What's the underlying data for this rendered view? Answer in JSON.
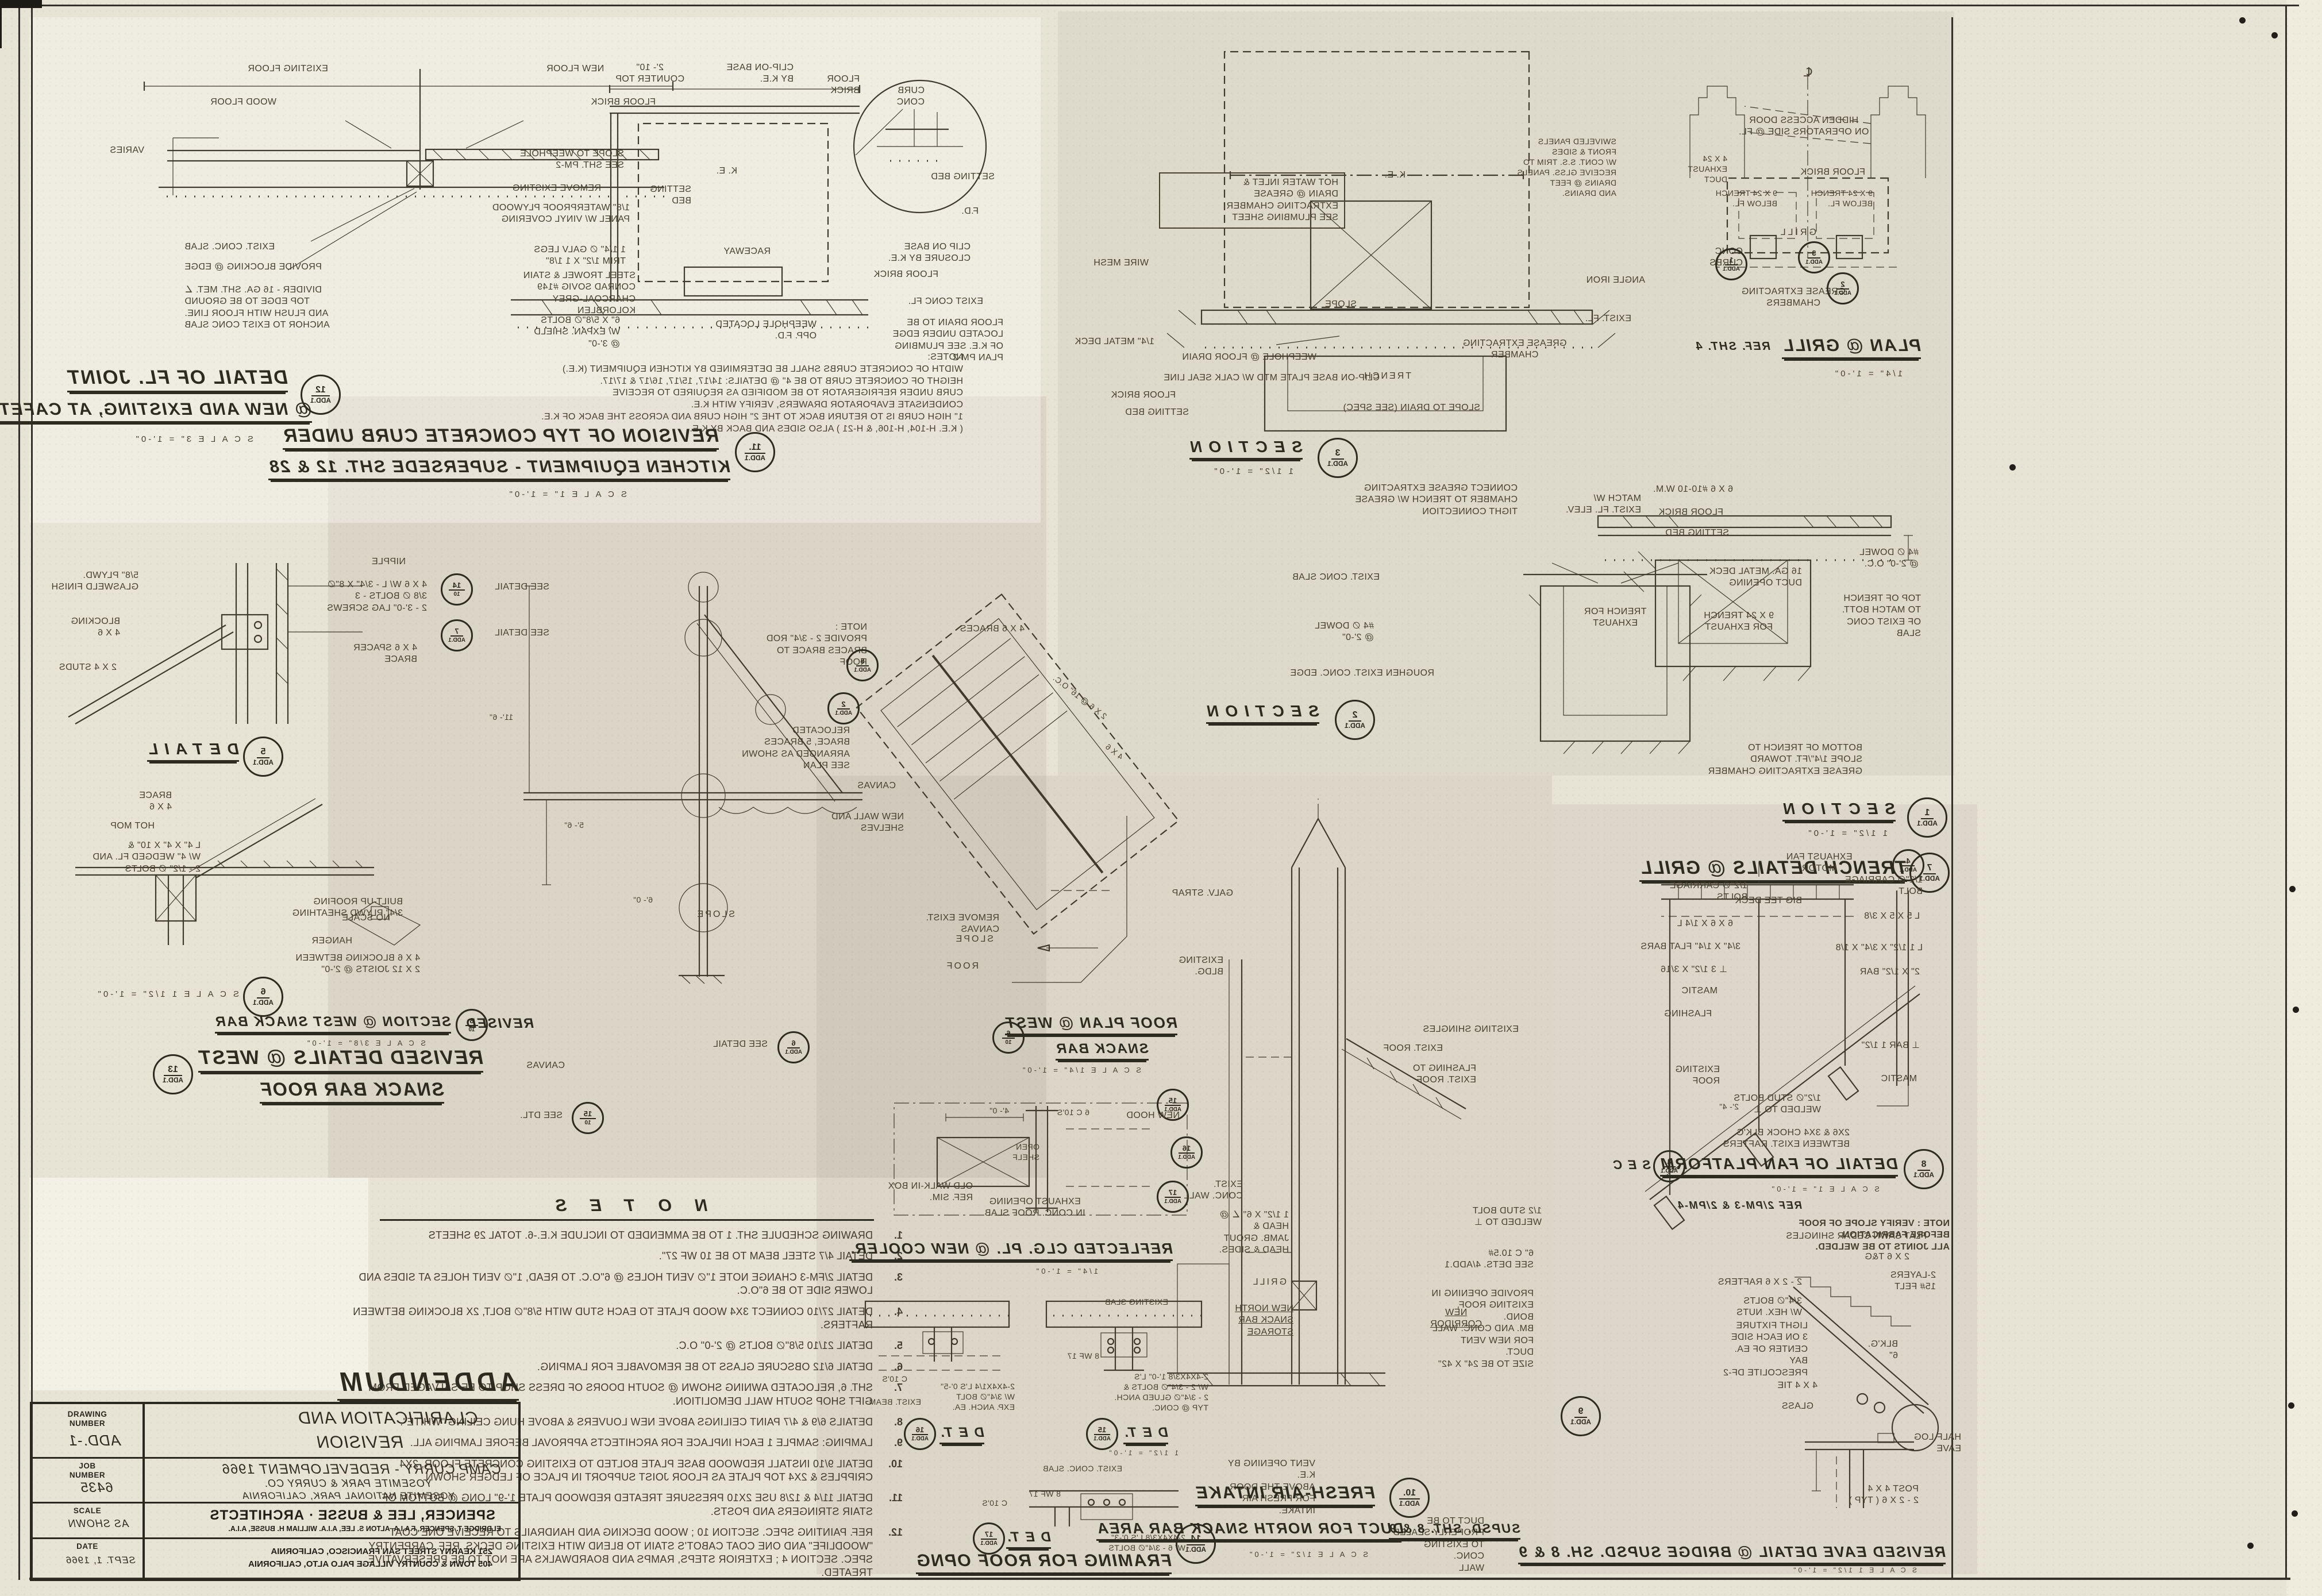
{
  "sheet": {
    "heading": "ADDENDUM",
    "title_block": {
      "rows": [
        {
          "label": "DRAWING\nNUMBER",
          "value": "ADD.-1"
        },
        {
          "label": "JOB\nNUMBER",
          "value": "6435"
        },
        {
          "label": "SCALE",
          "value": "AS SHOWN"
        },
        {
          "label": "DATE",
          "value": "SEPT. 1, 1966"
        }
      ],
      "clarification": "CLARIFICATION   AND",
      "revision": "REVISION",
      "project": "CAMP CURRY - REDEVELOPMENT 1966",
      "client": "YOSEMITE PARK & CURRY CO.",
      "location": "YOSEMITE NATIONAL PARK,    CALIFORNIA",
      "firm": "SPENCER, LEE & BUSSE      ·      ARCHITECTS",
      "principals": "ELDRIDGE T. SPENCER, F.A.I.A.        ALTON S. LEE, A.I.A.        WILLIAM H. BUSSE, A.I.A.",
      "address_sf": "251 KEARNY STREET        SAN FRANCISCO, CALIFORNIA",
      "address_pa": "405 TOWN & COUNTRY VILLAGE    PALO ALTO, CALIFORNIA"
    },
    "notes": {
      "title": "N O T E S",
      "items": [
        {
          "n": "1.",
          "t": "DRAWING SCHEDULE SHT. 1 TO BE AMMENDED TO INCLUDE K.E.-6.  TOTAL 29 SHEETS"
        },
        {
          "n": "2.",
          "t": "DETAIL 4/7  STEEL BEAM TO BE 10 WF 27\"."
        },
        {
          "n": "3.",
          "t": "DETAIL 2/FM-3  CHANGE NOTE  1\"∅ VENT HOLES @ 6\"O.C. TO READ, 1\"∅ VENT HOLES AT SIDES AND LOWER SIDE TO BE 6\"O.C."
        },
        {
          "n": "4.",
          "t": "DETAIL 27/10  CONNECT 3X4 WOOD PLATE TO EACH STUD WITH 5/8\"∅ BOLT, 2X BLOCKING BETWEEN RAFTERS."
        },
        {
          "n": "5.",
          "t": "DETAIL 21/10  5/8\"∅ BOLTS @ 2'-0\" O.C."
        },
        {
          "n": "6.",
          "t": "DETAIL 6/12  OBSCURE GLASS TO BE REMOVABLE FOR LAMPING."
        },
        {
          "n": "7.",
          "t": "SHT. 6, RELOCATED AWNING SHOWN @ SOUTH DOORS OF DRESS SHOP TO BE SALVAGED FROM GIFT SHOP SOUTH WALL DEMOLITION."
        },
        {
          "n": "8.",
          "t": "DETAILS 6/9 & 4/7  PAINT CEILINGS ABOVE NEW LOUVERS & ABOVE HUNG CEILING \"WHITE\"."
        },
        {
          "n": "9.",
          "t": "LAMPING:  SAMPLE 1 EACH INPLACE FOR ARCHITECTS APPROVAL BEFORE LAMPING ALL."
        },
        {
          "n": "10.",
          "t": "DETAIL 9/10  INSTALL REDWOOD BASE PLATE BOLTED TO EXISTING CONCRETE FLOOR, 2X4 CRIPPLES & 2X4 TOP PLATE AS FLOOR JOIST SUPPORT IN PLACE OF LEDGER SHOWN."
        },
        {
          "n": "11.",
          "t": "DETAIL 11/4 & 12/8  USE 2X10 PRESSURE TREATED REDWOOD PLATE 1'-9\" LONG @ BOTTOM OF STAIR STRINGERS AND POSTS."
        },
        {
          "n": "12.",
          "t": "REF. PAINTING SPEC. SECTION 10 ;  WOOD DECKING AND HANDRAILS TO RECEIVE ONE COAT \"WOODLIFE\" AND ONE COAT CABOT'S STAIN TO BLEND WITH EXISTING DECKS.  REF. CARPENTRY SPEC. SECTION 4 ;  EXTERIOR STEPS, RAMPS AND BOARDWALKS ARE NOT TO BE PRESERVATIVE TREATED."
        }
      ]
    },
    "drawings": {
      "fj": {
        "title": "DETAIL OF FL. JOINT",
        "title2": "@ NEW AND EXISTING, AT CAFETERIA",
        "scale": "S C A L E     3\" = 1'-0\"",
        "bubble": {
          "n": "12",
          "d": "ADD.1"
        },
        "labels": [
          "NEW FLOOR",
          "EXISTING FLOOR",
          "FLOOR BRICK",
          "WOOD FLOOR",
          "VARIES",
          "SETTING\nBED",
          "EXIST. CONC. SLAB",
          "PROVIDE BLOCKING @ EDGE",
          "DIVIDER - 16 GA. SHT. MET. ∠\nTOP EDGE TO BE GROUND\nAND FLUSH WITH FLOOR LINE.\nANCHOR TO EXIST CONC SLAB"
        ]
      },
      "curb": {
        "title": "REVISION OF TYP CONCRETE CURB UNDER",
        "title2": "KITCHEN EQUIPMENT - SUPERSEDE SHT. 12 & 28",
        "scale": "S C A L E   1\" = 1'-0\"",
        "bubble": {
          "n": "11.",
          "d": "ADD.1"
        },
        "notes": "NOTES:\nWIDTH OF CONCRETE CURBS SHALL BE DETERMINED BY KITCHEN EQUIPMENT (K.E.)\nHEIGHT OF CONCRETE CURB TO BE 4\" @ DETAILS: 14/17, 15/17, 16/17 & 17/17.\nCURB UNDER REFRIGERATOR TO BE MODIFIED AS REQUIRED TO RECEIVE\nCONDENSATE EVAPORATOR DRAWERS, VERIFY WITH K.E.\n1\" HIGH CURB IS TO RETURN BACK TO THE 2\" HIGH CURB AND ACROSS THE BACK OF K.E.\n( K.E.  H-104, H-106, & H-21 )   ALSO SIDES AND BACK BY K.E.",
        "labels": [
          "CLIP-ON BASE\nBY K.E.",
          "2'- 10\"\nCOUNTER TOP",
          "SLOPE TO WEEPHOLE\nSEE SHT. PM-2",
          "REMOVE EXISTING",
          "1/8\" WATERPROOF PLYWOOD\nPANEL W/ VINYL COVERING",
          "K. E.",
          "RACEWAY",
          "1 1/4\" ∅ GALV LEGS\nTRIM 1/2\" X 1 1/8\"",
          "STEEL TROWEL & STAIN\nCONRAD SOVIG #149\nCHARCOAL-GREY\nKOLORBLEN",
          "6\" X 5/8\"∅ BOLTS\nW/ EXPAN. SHIELD\n@ 3'-0\"",
          "WEEPHOLE LOCATED\nOPP. F.D.",
          "CLIP ON BASE\nCLOSURE BY K.E.",
          "FLOOR BRICK",
          "EXIST CONC FL.",
          "FLOOR DRAIN TO BE\nLOCATED UNDER EDGE\nOF K.E. SEE PLUMBING\nPLAN PM-2",
          "FLOOR\nBRICK",
          "SETTING BED",
          "F.D.",
          "CURB\nCONC"
        ]
      },
      "kes": {
        "title": "S E C T I O N",
        "scale": "1 1/2\" =  1'-0\"",
        "bubble": {
          "n": "3",
          "d": "ADD.1"
        },
        "labels": [
          "K. E.",
          "GREASE EXTRACTING\nCHAMBER",
          "HOT WATER INLET &\nDRAIN @ GREASE\nEXTRACTING CHAMBER\nSEE PLUMBING SHEET",
          "WEEPHOLE @ FLOOR DRAIN",
          "CLIP-ON BASE PLATE MTD W/ CALK SEAL LINE",
          "FLOOR BRICK",
          "SETTING BED",
          "WIRE MESH",
          "1/4\" METAL DECK",
          "TRENCH",
          "SLOPE TO DRAIN (SEE SPEC)",
          "SLOPE",
          "ANGLE IRON",
          "SWIVELED PANELS\nFRONT & SIDES\nW/ CONT. S.S. TRIM TO\nRECEIVE GLSS. PANELS\nDRAINS @ FEET\nAND DRAINS.",
          "EXIST. FL."
        ]
      },
      "ext": {
        "title": "S E C T I O N",
        "bubble": {
          "n": "2",
          "d": "ADD.1"
        },
        "labels": [
          "CONNECT GREASE EXTRACTING\nCHAMBER TO TRENCH W/ GREASE\nTIGHT CONNECTION",
          "EXIST. CONC SLAB",
          "#4 ∅ DOWEL\n@ 2'-0\"",
          "ROUGHEN EXIST. CONC. EDGE",
          "TRENCH  FOR\nEXHAUST"
        ]
      },
      "pg": {
        "title": "PLAN @ GRILL",
        "ref": "REF.  SHT. 4",
        "scale": "1/4\" =  1'-0\"",
        "labels": [
          "HIDDEN ACCESS DOOR\nON OPERATORS SIDE @ FL.",
          "FLOOR BRICK",
          "4 X 24\nEXHAUST DUCT",
          "9 X 24 TRENCH\nBELOW FL.",
          "9 X 24 TRENCH\nBELOW FL.",
          "GRILL",
          "CONC\nCURBS",
          "GREASE EXTRACTING\nCHAMBERS",
          "℄"
        ],
        "refs": [
          {
            "n": "1",
            "d": "ADD.1"
          },
          {
            "n": "3",
            "d": "ADD.1"
          },
          {
            "n": "2",
            "d": "ADD.1"
          }
        ]
      },
      "gs": {
        "title": "S E C T I O N",
        "scale": "1 1/2\" =  1'-0\"",
        "bubble": {
          "n": "1",
          "d": "ADD.1"
        },
        "labels": [
          "6 X 6  #10-10 W.M.",
          "FLOOR BRICK",
          "SETTING BED",
          "MATCH W/\nEXIST. FL. ELEV.",
          "#4 ∅ DOWEL\n@ 2'-0\" O.C.",
          "TOP OF TRENCH\nTO MATCH BOTT.\nOF EXIST CONC SLAB",
          "16 GA. METAL DECK\nDUCT OPENING",
          "9 X 24  TRENCH\nFOR EXHAUST",
          "BOTTOM OF TRENCH TO\nSLOPE 1/4\"/FT. TOWARD\nGREASE EXTRACTING CHAMBER"
        ]
      },
      "tt": {
        "title": "TRENCH DETAILS @ GRILL",
        "bubble": {
          "n": "7",
          "d": "ADD.1"
        }
      },
      "du": {
        "title": "D E T A I L",
        "bubble": {
          "n": "5",
          "d": "ADD.1"
        },
        "labels": [
          "5/8\" PLYWD.\nGLASWELD FINISH",
          "BLOCKING\n4 X 6",
          "2 X 4  STUDS",
          "NIPPLE",
          "4 X 6 W/ L - 3/4\" X 8\"∅\n3/8 ∅ BOLTS - 3\n2 - 3'-0\"  LAG SCREWS",
          "4 X 6  SPACER\nBRACE"
        ]
      },
      "dl": {
        "scale": "S C A L E   1 1/2\" = 1'-0\"",
        "bubble": {
          "n": "6",
          "d": "ADD.1"
        },
        "labels": [
          "BRACE\n4 X 6",
          "HOT MOP",
          "L  4\" X 4\" X 10\" &\nW/ 4\" WEDGED FL. AND\n2 - 1/2\" ∅ BOLTS",
          "NO SCALE",
          "BUILT-UP ROOFING\n3/4\" PLYWD SHEATHING",
          "HANGER",
          "4 X 6 BLOCKING BETWEEN\n2 X 12 JOISTS   @ 2'-0\""
        ]
      },
      "dt13": {
        "title": "REVISED DETAILS @ WEST",
        "title2": "SNACK BAR ROOF",
        "bubble": {
          "n": "13",
          "d": "ADD.1"
        }
      },
      "ss": {
        "revised": "REVISED",
        "title": "SECTION @ WEST SNACK BAR",
        "scale": "S C A L E   3/8\" =  1'-0\"",
        "bubble": {
          "n": "8",
          "d": "10"
        },
        "labels": [
          "SEE DETAIL",
          "SEE DETAIL",
          "SEE DETAIL",
          "SEE DTL.",
          "NOTE :\nPROVIDE 2 - 3/4\" ROD\nBRACES    BRACE TO\nROOF",
          "RELOCATED\nBRACE, 5 BRACES\nARRANGED AS SHOWN\nSEE PLAN",
          "SLOPE",
          "CANVAS",
          "11'- 6\"",
          "5'- 6\"",
          "6'- 0\""
        ],
        "refs": [
          {
            "n": "14",
            "d": "10"
          },
          {
            "n": "7",
            "d": "ADD.1"
          },
          {
            "n": "6",
            "d": "ADD.1"
          },
          {
            "n": "15",
            "d": "10"
          }
        ]
      },
      "rp": {
        "title": "ROOF PLAN @ WEST",
        "title2": "SNACK BAR",
        "scale": "S C A L E   1/4\" = 1'-0\"",
        "bubble": {
          "n": "6",
          "d": "10"
        },
        "labels": [
          "4 X 6  BRACES",
          "CANVAS",
          "NEW WALL AND\nSHELVES",
          "REMOVE EXIST.\nCANVAS",
          "ROOF",
          "SLOPE",
          "2 X 6 @ 16\" O.C.",
          "4 X 6"
        ],
        "refs": [
          {
            "n": "5",
            "d": "ADD.1"
          },
          {
            "n": "2",
            "d": "ADD.1"
          }
        ]
      },
      "rc": {
        "title": "REFLECTED CLG. PL.  @  NEW COOLER.",
        "scale": "1/4\" =  1'-0\"",
        "labels": [
          "EXHAUST OPENING\nIN CONC. ROOF SLAB",
          "OLD WALK-IN BOX\nREF. SIM.",
          "6 C 10'S",
          "OPEN\nSHELF",
          "4'- 0\""
        ],
        "refs": [
          {
            "n": "15",
            "d": "ADD.1"
          },
          {
            "n": "16",
            "d": "ADD.1"
          },
          {
            "n": "17",
            "d": "ADD.1"
          }
        ]
      },
      "d15": {
        "title": "D E T.",
        "scale": "1 1/2\" = 1'-0\"",
        "bubble": {
          "n": "15",
          "d": "ADD.1"
        },
        "labels": [
          "EXISTING SLAB",
          "8 WF 17",
          "2-4X4X3/8  1'-0\" L'S\nW/ 2 - 3/4\"∅ BOLTS &\n2 - 3/4\"∅ GLUED ANCH.\nTYP @ CONC.",
          "EXIST. CONC. SLAB"
        ]
      },
      "d16": {
        "title": "D E T.",
        "bubble": {
          "n": "16",
          "d": "ADD.1"
        },
        "labels": [
          "2-4X4X1/4 L'S  0'-5\"\nW/ 3/4\"∅ BOLT\nEXP. ANCH. EA.",
          "C 10'S",
          "EXIST. BEAM"
        ]
      },
      "d17": {
        "title": "D E T.",
        "bubble": {
          "n": "17",
          "d": "ADD.1"
        },
        "labels": [
          "2-4X4X3/8 L'S  0'-3\"\nW/ 6 - 3/4\"∅ BOLTS",
          "8 WF 17",
          "C 10'S"
        ]
      },
      "ft": {
        "title": "FRAMING FOR ROOF OPNG",
        "bubble": {
          "n": "14",
          "d": "ADD.1"
        }
      },
      "fa": {
        "title": "FRESH-AIR INTAKE",
        "title2": "DUCT FOR NORTH SNACK BAR AREA",
        "supsd": "SUPSD. SHT. 8 & 9",
        "scale": "S C A L E   1/2\" = 1'-0\"",
        "bubble": {
          "n": "10.",
          "d": "ADD.1"
        },
        "labels": [
          "GALV. STRAP",
          "EXISTING\nBLDG.",
          "EXIST.\nCONC. WALL",
          "FLASHING TO\nEXIST. ROOF",
          "EXIST. ROOF",
          "EXISTING SHINGLES",
          "1/2 STUD BOLT\nWELDED TO ⊥",
          "6\" C 10.5#\nSEE DETS. 4/ADD.1",
          "PROVIDE OPENING IN\nEXISTING ROOF, BOND.\nBM. AND CONC. WALL\nFOR NEW VENT DUCT.\nSIZE TO BE 24\" X 42\"",
          "DUCT TO BE\nPROPERLY SEALED\nTO EXISTING CONC.\nWALL",
          "NEW\nCORRIDOR",
          "NEW NORTH\nSNACK BAR\nSTORAGE",
          "GRILL",
          "1 1/2\" X 6\" ∠ @ HEAD &\nJAMB.  GROUT\nHEAD & SIDES.",
          "VENT OPENING BY K.E.\nABOVE THE DOOR\nFOR FRESH AIR INTAKE.",
          "NEW HOOD"
        ]
      },
      "fp": {
        "title": "DETAIL  OF  FAN  PLATFORM",
        "sec": "S E C",
        "ref": "REF   2/PM-3   &   2/PM-4",
        "scale": "S C A L E   1\" = 1'-0\"",
        "note": "NOTE :  VERIFY SLOPE OF ROOF\nBEFORE FABRICATION.\nALL JOINTS TO BE WELDED.",
        "bubble": {
          "n": "8",
          "d": "ADD.1"
        },
        "b2": {
          "n": "4",
          "d": "ADD.1"
        },
        "labels": [
          "EXHAUST FAN\nMOTOR",
          "BIG TEE DECK",
          "1/2\"∅ CARRIAGE\nBOLTS",
          "6 X 6 X 1/4  L",
          "3/4\" X 1/4\" FLAT BARS",
          "⊥ 3 1/2\" X 3/16",
          "MASTIC",
          "FLASHING",
          "EXISTING\nROOF",
          "1/2\"∅ STUD BOLTS\nWELDED TO ⊥",
          "2X6 & 3X4 CHOCK BLK'G.\nBETWEEN EXIST. RAFTERS",
          "1/2\"∅ CARRIAGE\nBOLT",
          "L  5 X 5 X 3/8",
          "L  1 1/2\" X 3/4\" X 1/8",
          "2\" X 1/2\" BAR",
          "⊥ BAR 1 1/2\"",
          "MASTIC",
          "2'- 4\""
        ]
      },
      "ev": {
        "title": "REVISED  EAVE DETAIL @ BRIDGE  SUPSD. SH. 8 & 9",
        "scale": "S C A L E   1 1/2\" = 1'-0\"",
        "bubble": {
          "n": "9",
          "d": "ADD.1"
        },
        "labels": [
          "FLAT SAWN CEDAR SHINGLES",
          "2 X 6  T&G",
          "2-LAYERS\n15# FELT",
          "2 - 2 X 6 RAFTERS",
          "3/4\"∅ BOLTS\nW/ HEX. NUTS",
          "LIGHT FIXTURE\n3 ON EACH SIDE\nCENTER OF EA. BAY\nPRESCOLITE DF-2",
          "4 X 4 TIE",
          "GLASS",
          "BLK'G.\n6\"",
          "HALF LOG\nEAVE",
          "POST 4 X 4\n2 - 2 X 6 ( TYP )"
        ]
      }
    }
  }
}
